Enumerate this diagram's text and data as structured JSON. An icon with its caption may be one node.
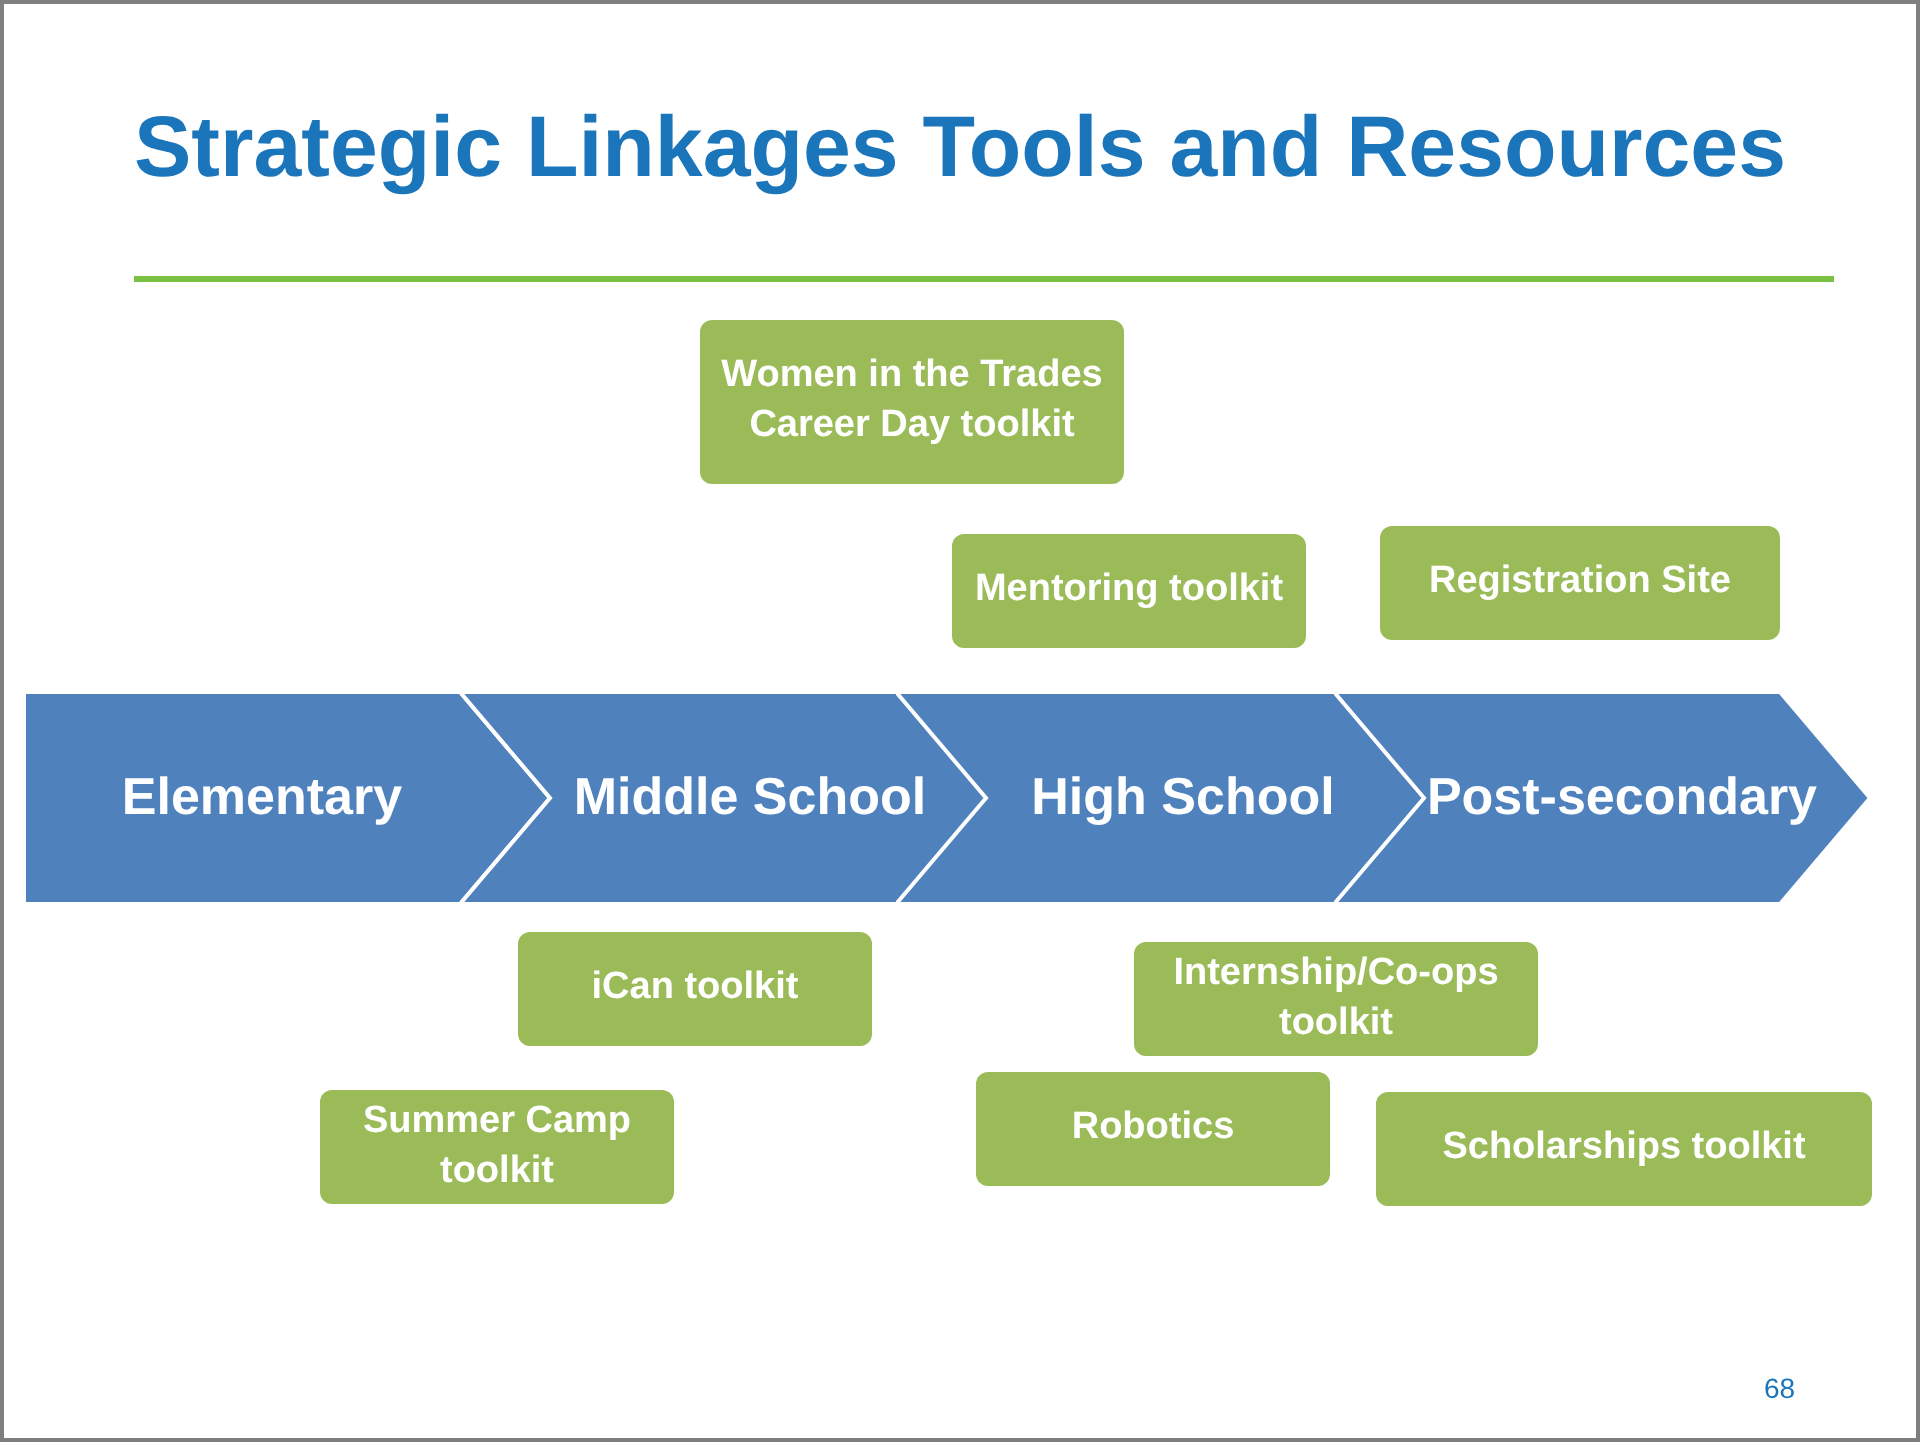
{
  "diagram": {
    "title": "Strategic Linkages Tools and Resources",
    "nodes": [
      {
        "text": [
          "Women in the Trades Career Day toolkit"
        ]
      },
      {
        "text": [
          "Mentoring toolkit"
        ]
      },
      {
        "text": [
          "Registration Site"
        ]
      },
      {
        "text": [
          "Elementary"
        ]
      },
      {
        "text": [
          "Middle School"
        ]
      },
      {
        "text": [
          "High School"
        ]
      },
      {
        "text": [
          "Post-secondary"
        ]
      },
      {
        "text": [
          "iCan toolkit"
        ]
      },
      {
        "text": [
          "Internship/Co-ops toolkit"
        ]
      },
      {
        "text": [
          "Robotics"
        ]
      },
      {
        "text": [
          "Summer Camp toolkit"
        ]
      },
      {
        "text": [
          "Scholarships toolkit"
        ]
      }
    ],
    "labels": [
      "68"
    ]
  }
}
